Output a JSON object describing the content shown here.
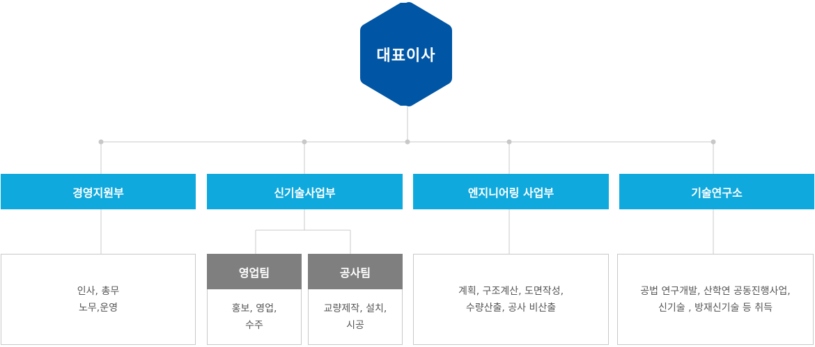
{
  "ceo": {
    "label": "대표이사",
    "color": "#0055a5"
  },
  "departments": [
    {
      "label": "경영지원부",
      "duties": [
        "인사, 총무",
        "노무,운영"
      ]
    },
    {
      "label": "신기술사업부",
      "teams": [
        {
          "label": "영업팀",
          "duties": [
            "홍보, 영업,",
            "수주"
          ]
        },
        {
          "label": "공사팀",
          "duties": [
            "교량제작, 설치,",
            "시공"
          ]
        }
      ]
    },
    {
      "label": "엔지니어링 사업부",
      "duties": [
        "계획, 구조계산, 도면작성,",
        "수량산출, 공사 비산출"
      ]
    },
    {
      "label": "기술연구소",
      "duties": [
        "공법 연구개발, 산학연 공동진행사업,",
        "신기술 , 방재신기술 등 취득"
      ]
    }
  ],
  "colors": {
    "department": "#0fa9dd",
    "team": "#7f7f7f",
    "connector": "#c8c8c8",
    "text": "#555555"
  }
}
